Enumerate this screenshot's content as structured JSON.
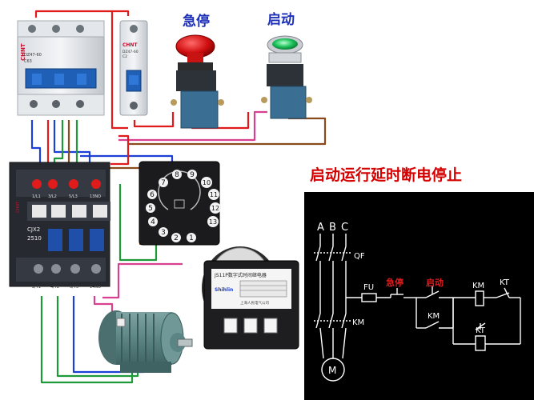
{
  "title": "启动运行延时断电停止",
  "labels": {
    "estop": "急停",
    "start": "启动"
  },
  "breaker": {
    "brand": "CHNT",
    "model": "DZ47-60",
    "rating": "C63"
  },
  "breaker_small": {
    "brand": "CHNT",
    "model": "DZ47-60",
    "rating": "C2"
  },
  "contactor": {
    "brand": "CHNT",
    "model": "CJX2",
    "size": "2510",
    "top_terminals": [
      "1/L1",
      "3/L2",
      "5/L3",
      "13NO"
    ],
    "bottom_terminals": [
      "2/T1",
      "4/T2",
      "6/T3",
      "14NO"
    ]
  },
  "relay_socket_pins": [
    "1",
    "2",
    "3",
    "4",
    "5",
    "6",
    "7",
    "8",
    "9",
    "10",
    "11",
    "12",
    "13"
  ],
  "timer": {
    "header": "JS11P数字式时间继电器",
    "brand": "Shihlin",
    "maker": "上海人民电气公司"
  },
  "schematic": {
    "phases": [
      "A",
      "B",
      "C"
    ],
    "qf": "QF",
    "fu": "FU",
    "estop": "急停",
    "start": "启动",
    "km": "KM",
    "kt": "KT",
    "km_contact": "KM",
    "km_main": "KM",
    "kt_coil": "KT",
    "motor": "M"
  },
  "colors": {
    "wire_red": "#e01b1b",
    "wire_blue": "#1c3fd6",
    "wire_green": "#1f9a3a",
    "wire_brown": "#8a4a1c",
    "wire_pink": "#d8418f",
    "accent_red": "#d40000"
  }
}
